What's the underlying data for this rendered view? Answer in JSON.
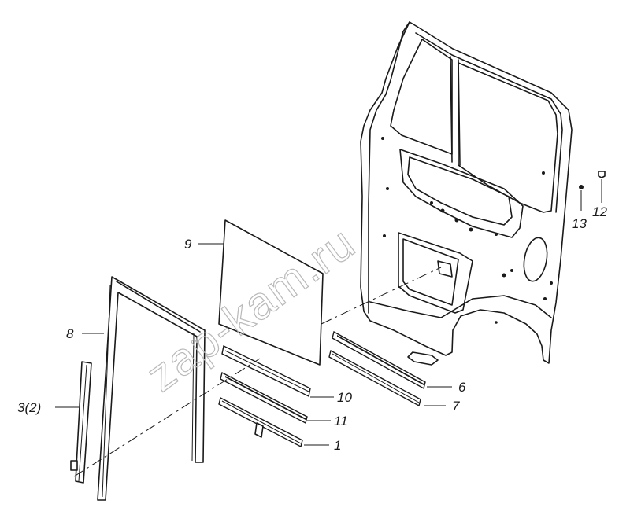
{
  "watermark": "zap-kam.ru",
  "callouts": {
    "part_9": "9",
    "part_8": "8",
    "part_3": "3(2)",
    "part_10": "10",
    "part_11": "11",
    "part_1": "1",
    "part_6": "6",
    "part_7": "7",
    "part_13": "13",
    "part_12": "12"
  }
}
